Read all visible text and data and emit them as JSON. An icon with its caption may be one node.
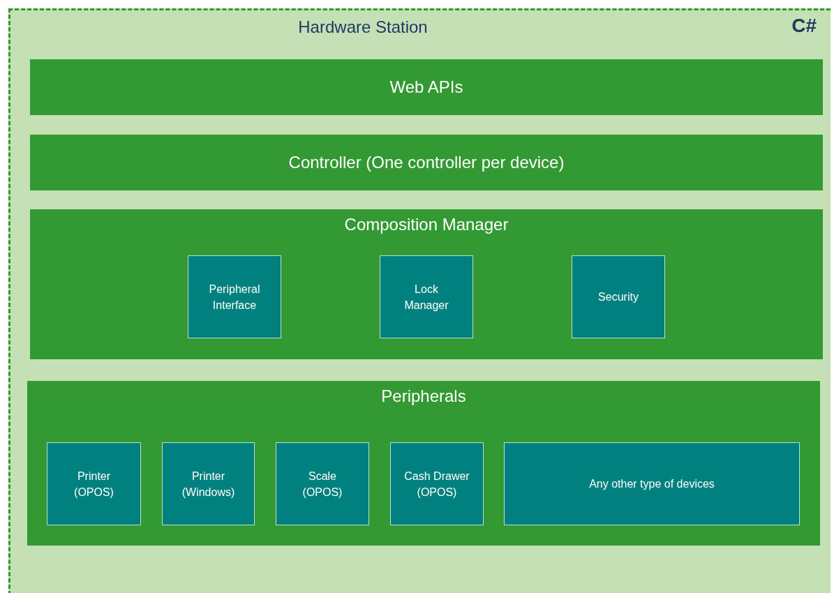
{
  "diagram": {
    "nodes": [
      {
        "text": [
          "Hardware Station",
          "C#"
        ]
      },
      {
        "text": [
          "Web APIs"
        ],
        "in": 0
      },
      {
        "text": [
          "Controller (One controller per device)"
        ],
        "in": 0
      },
      {
        "text": [
          "Composition Manager"
        ],
        "in": 0
      },
      {
        "text": [
          "Peripheral Interface"
        ],
        "in": 3
      },
      {
        "text": [
          "Lock Manager"
        ],
        "in": 3
      },
      {
        "text": [
          "Security"
        ],
        "in": 3
      },
      {
        "text": [
          "Peripherals"
        ],
        "in": 0
      },
      {
        "text": [
          "Printer (OPOS)"
        ],
        "in": 7
      },
      {
        "text": [
          "Printer (Windows)"
        ],
        "in": 7
      },
      {
        "text": [
          "Scale (OPOS)"
        ],
        "in": 7
      },
      {
        "text": [
          "Cash Drawer (OPOS)"
        ],
        "in": 7
      },
      {
        "text": [
          "Any other type of devices"
        ],
        "in": 7
      }
    ],
    "edges": []
  }
}
